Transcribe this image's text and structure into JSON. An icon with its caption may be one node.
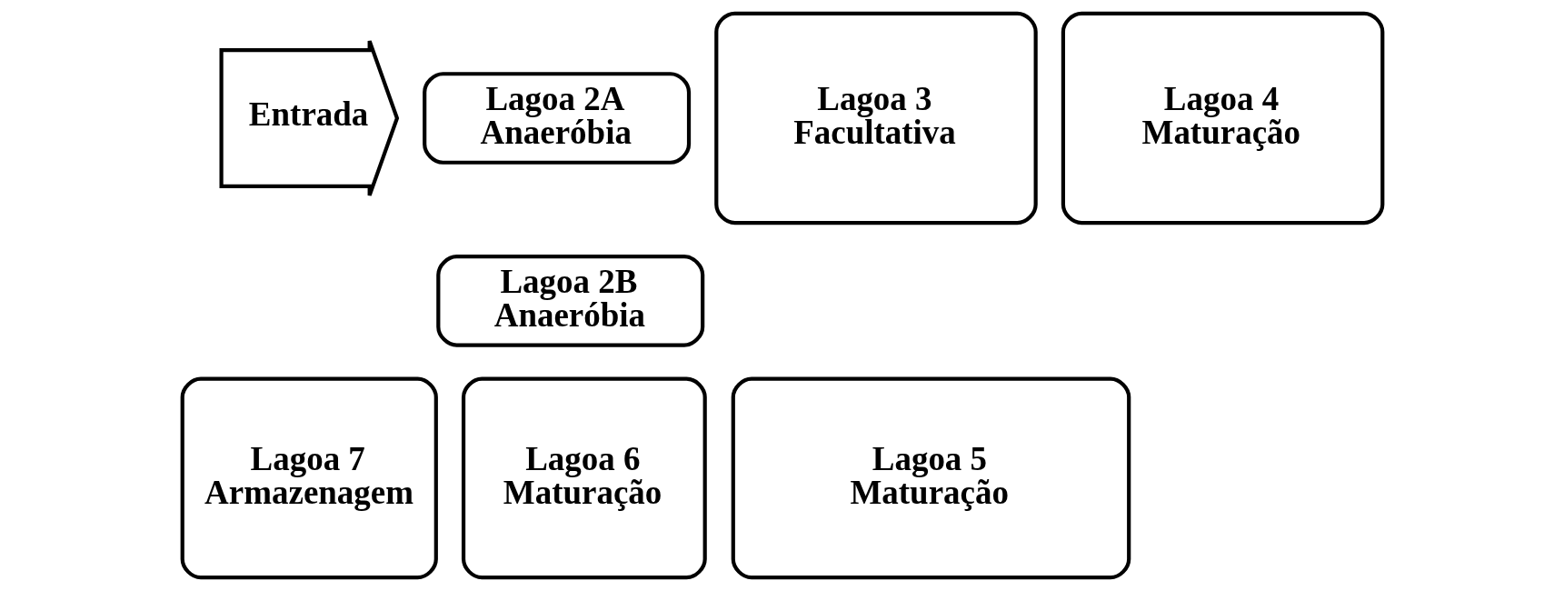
{
  "diagram": {
    "nodes": [
      {
        "text": [
          "Entrada"
        ]
      },
      {
        "text": [
          "Lagoa 2A Anaeróbia"
        ]
      },
      {
        "text": [
          "Lagoa 2B Anaeróbia"
        ]
      },
      {
        "text": [
          "Lagoa 3 Facultativa"
        ]
      },
      {
        "text": [
          "Lagoa 4 Maturação"
        ]
      },
      {
        "text": [
          "Lagoa 7 Armazenagem"
        ]
      },
      {
        "text": [
          "Lagoa 6 Maturação"
        ]
      },
      {
        "text": [
          "Lagoa 5 Maturação"
        ]
      }
    ]
  }
}
